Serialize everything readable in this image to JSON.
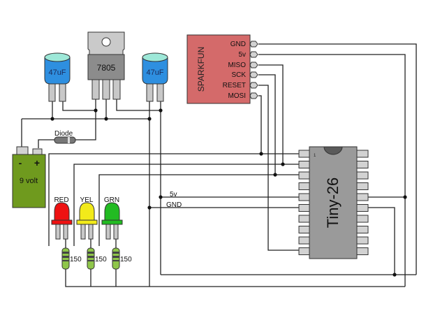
{
  "title": "ATtiny26 programming circuit with SparkFun programmer",
  "components": {
    "capacitor_left": {
      "label": "47uF",
      "body_color": "#2e8fe0",
      "top_color": "#9de8d8"
    },
    "capacitor_right": {
      "label": "47uF",
      "body_color": "#2e8fe0",
      "top_color": "#9de8d8"
    },
    "regulator": {
      "label": "7805",
      "body_color": "#8c8c8c",
      "tab_color": "#c8c8c8"
    },
    "diode": {
      "label": "Diode"
    },
    "battery": {
      "label": "9 volt",
      "minus": "-",
      "plus": "+",
      "color": "#6f9a1e"
    },
    "programmer": {
      "label": "SPARKFUN",
      "color": "#d46a6a",
      "pins": [
        "GND",
        "5v",
        "MISO",
        "SCK",
        "RESET",
        "MOSI"
      ]
    },
    "leds": [
      {
        "label": "RED",
        "color": "#ee1111"
      },
      {
        "label": "YEL",
        "color": "#f2ea1a"
      },
      {
        "label": "GRN",
        "color": "#22bb22"
      }
    ],
    "resistors": [
      {
        "label": "150"
      },
      {
        "label": "150"
      },
      {
        "label": "150"
      }
    ],
    "mcu": {
      "label": "Tiny-26",
      "pin1_mark": "1",
      "pins_per_side": 10,
      "color": "#9a9a9a"
    }
  },
  "net_labels": {
    "vcc": "5v",
    "gnd": "GND"
  }
}
